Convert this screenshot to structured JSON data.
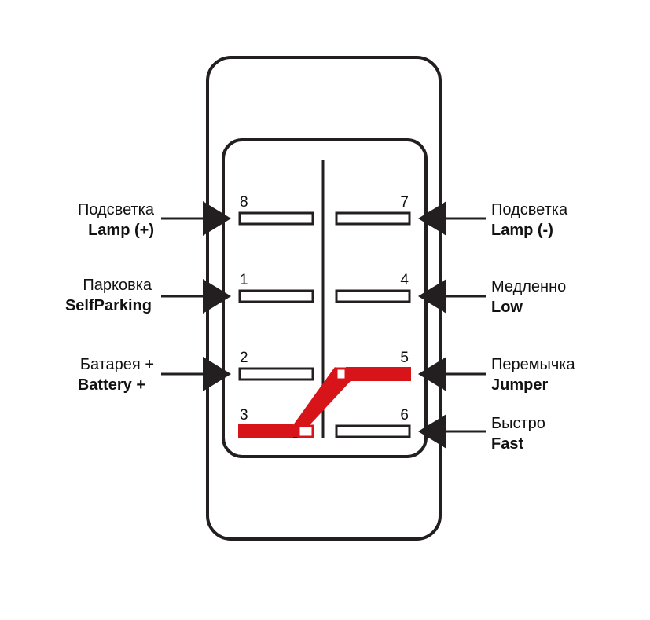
{
  "diagram": {
    "colors": {
      "outline": "#231f20",
      "jumper": "#d7141a",
      "background": "#ffffff"
    },
    "pins": [
      {
        "id": "8",
        "label": "8"
      },
      {
        "id": "7",
        "label": "7"
      },
      {
        "id": "1",
        "label": "1"
      },
      {
        "id": "4",
        "label": "4"
      },
      {
        "id": "2",
        "label": "2"
      },
      {
        "id": "5",
        "label": "5"
      },
      {
        "id": "3",
        "label": "3"
      },
      {
        "id": "6",
        "label": "6"
      }
    ],
    "left_labels": [
      {
        "ru": "Подсветка",
        "en": "Lamp (+)"
      },
      {
        "ru": "Парковка",
        "en": "SelfParking"
      },
      {
        "ru": "Батарея +",
        "en": "Battery +"
      }
    ],
    "right_labels": [
      {
        "ru": "Подсветка",
        "en": "Lamp (-)"
      },
      {
        "ru": "Медленно",
        "en": "Low"
      },
      {
        "ru": "Перемычка",
        "en": "Jumper"
      },
      {
        "ru": "Быстро",
        "en": "Fast"
      }
    ]
  }
}
